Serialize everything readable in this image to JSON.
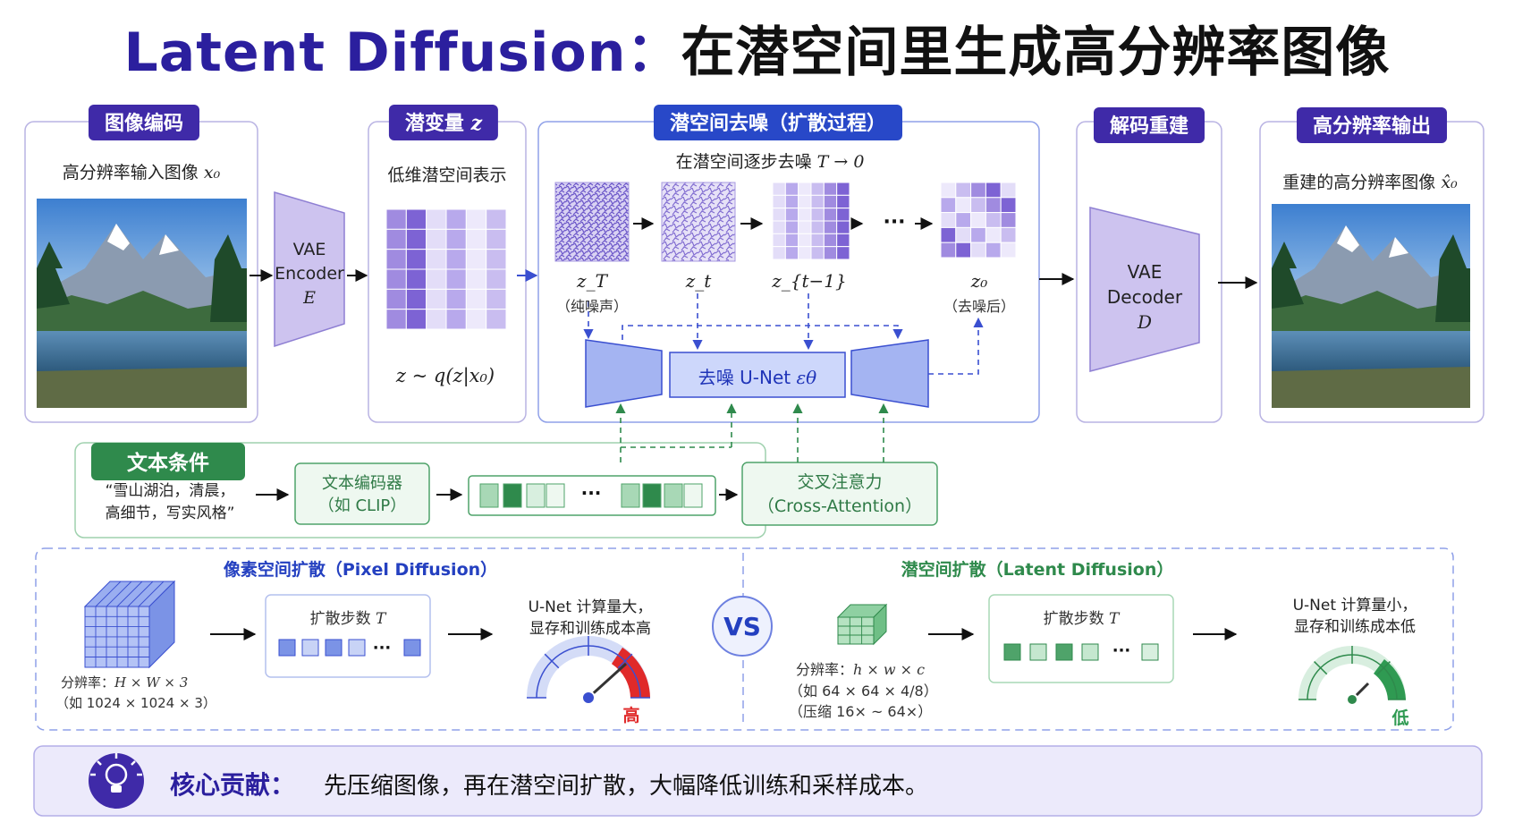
{
  "title": {
    "en": "Latent Diffusion",
    "sep": "：",
    "zh": "在潜空间里生成高分辨率图像"
  },
  "stages": {
    "image_encoding": {
      "label": "图像编码",
      "caption_text": "高分辨率输入图像",
      "caption_math": "x₀",
      "encoder_l1": "VAE",
      "encoder_l2": "Encoder",
      "encoder_l3": "E"
    },
    "latent": {
      "label_text": "潜变量",
      "label_math": "z",
      "caption": "低维潜空间表示",
      "formula": "z ~ q(z|x₀)"
    },
    "denoise": {
      "label": "潜空间去噪（扩散过程）",
      "subtitle_text": "在潜空间逐步去噪",
      "subtitle_math": "T → 0",
      "dots": "→ ··· →",
      "step_labels": [
        {
          "math": "z_T",
          "note": "（纯噪声）"
        },
        {
          "math": "z_t",
          "note": ""
        },
        {
          "math": "z_{t−1}",
          "note": ""
        },
        {
          "math": "z₀",
          "note": "（去噪后）"
        }
      ],
      "unet_text": "去噪 U-Net",
      "unet_math": "εθ"
    },
    "decode": {
      "label": "解码重建",
      "decoder_l1": "VAE",
      "decoder_l2": "Decoder",
      "decoder_l3": "D"
    },
    "output": {
      "label": "高分辨率输出",
      "caption_text": "重建的高分辨率图像",
      "caption_math": "x̂₀"
    }
  },
  "text_condition": {
    "label": "文本条件",
    "prompt_l1": "“雪山湖泊，清晨，",
    "prompt_l2": "高细节，写实风格”",
    "encoder_l1": "文本编码器",
    "encoder_l2": "（如 CLIP）",
    "dots": "···",
    "attention_l1": "交叉注意力",
    "attention_l2": "（Cross-Attention）"
  },
  "comparison": {
    "vs": "VS",
    "pixel": {
      "title": "像素空间扩散（Pixel Diffusion）",
      "res_label": "分辨率：",
      "res_math": "H × W × 3",
      "res_example": "（如 1024 × 1024 × 3）",
      "steps_text": "扩散步数",
      "steps_math": "T",
      "dots": "···",
      "cost_l1": "U-Net 计算量大，",
      "cost_l2": "显存和训练成本高",
      "gauge_label": "高",
      "gauge_color": "#e02a2a"
    },
    "latent": {
      "title": "潜空间扩散（Latent Diffusion）",
      "res_label": "分辨率：",
      "res_math": "h × w × c",
      "res_example": "（如 64 × 64 × 4/8）",
      "res_compress": "（压缩  16× ~ 64×）",
      "steps_text": "扩散步数",
      "steps_math": "T",
      "dots": "···",
      "cost_l1": "U-Net 计算量小，",
      "cost_l2": "显存和训练成本低",
      "gauge_label": "低",
      "gauge_color": "#2f9a52"
    }
  },
  "core": {
    "label": "核心贡献：",
    "text": "先压缩图像，再在潜空间扩散，大幅降低训练和采样成本。",
    "icon": "lightbulb-icon"
  },
  "colors": {
    "purple": "#3f2aa8",
    "blue": "#2848c8",
    "green": "#2f8a4c",
    "red": "#e02a2a"
  }
}
